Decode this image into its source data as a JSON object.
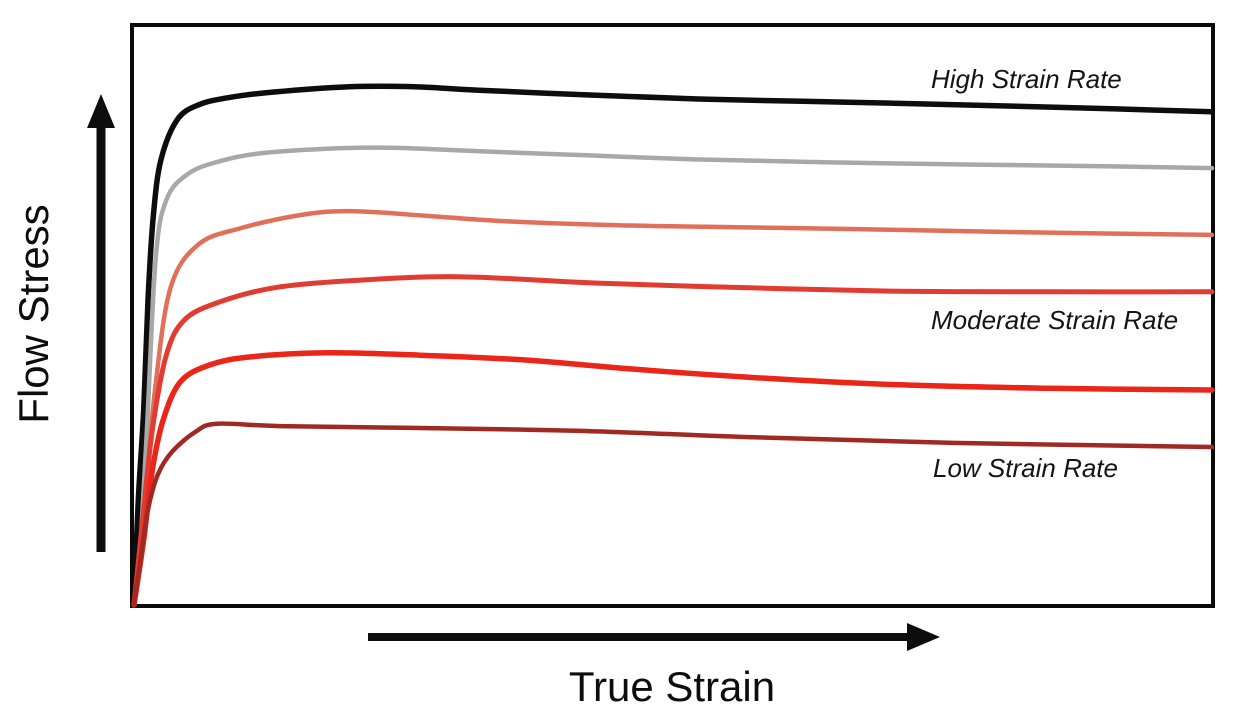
{
  "figure": {
    "y_axis_label": "Flow Stress",
    "x_axis_label": "True Strain",
    "labels": {
      "high": "High Strain Rate",
      "moderate": "Moderate Strain Rate",
      "low": "Low Strain Rate"
    },
    "colors": {
      "frame": "#0a0a0a",
      "arrows": "#0d0d0d",
      "text": "#141414",
      "background": "#ffffff"
    }
  },
  "chart_data": {
    "type": "line",
    "title": "",
    "xlabel": "True Strain",
    "ylabel": "Flow Stress",
    "x_range": [
      0,
      1
    ],
    "y_range": [
      0,
      100
    ],
    "grid": false,
    "legend_position": "none",
    "axes_style": "schematic box without ticks or numeric labels; thick arrows show increasing Flow Stress (up) and True Strain (right)",
    "annotations": [
      {
        "text": "High Strain Rate",
        "position": "upper right, above topmost (black) curve"
      },
      {
        "text": "Moderate Strain Rate",
        "position": "middle right, between middle red curves"
      },
      {
        "text": "Low Strain Rate",
        "position": "lower right, below bottom (dark red) curve"
      }
    ],
    "series": [
      {
        "name": "high-strain-rate",
        "color": "#0d0d0d",
        "stroke_width": 5.5,
        "points": [
          [
            0,
            0
          ],
          [
            0.004,
            18.1
          ],
          [
            0.009,
            33.6
          ],
          [
            0.013,
            52.5
          ],
          [
            0.018,
            67.1
          ],
          [
            0.025,
            76.6
          ],
          [
            0.04,
            83.5
          ],
          [
            0.06,
            86.1
          ],
          [
            0.09,
            87.4
          ],
          [
            0.13,
            88.3
          ],
          [
            0.2,
            89.2
          ],
          [
            0.26,
            89.2
          ],
          [
            0.32,
            88.6
          ],
          [
            0.42,
            87.8
          ],
          [
            0.52,
            87.1
          ],
          [
            0.62,
            86.7
          ],
          [
            0.72,
            86.3
          ],
          [
            0.85,
            85.7
          ],
          [
            1,
            84.9
          ]
        ]
      },
      {
        "name": "rate-2-gray",
        "color": "#a8a8a8",
        "stroke_width": 4.5,
        "points": [
          [
            0,
            0
          ],
          [
            0.005,
            7.7
          ],
          [
            0.012,
            30.1
          ],
          [
            0.02,
            59.4
          ],
          [
            0.03,
            69.7
          ],
          [
            0.05,
            74.2
          ],
          [
            0.08,
            76.4
          ],
          [
            0.12,
            77.8
          ],
          [
            0.19,
            78.6
          ],
          [
            0.24,
            78.7
          ],
          [
            0.32,
            78.1
          ],
          [
            0.42,
            77.4
          ],
          [
            0.52,
            76.7
          ],
          [
            0.64,
            76.2
          ],
          [
            0.78,
            75.8
          ],
          [
            0.9,
            75.5
          ],
          [
            1,
            75.2
          ]
        ]
      },
      {
        "name": "rate-3-salmon",
        "color": "#e0705a",
        "stroke_width": 4.5,
        "points": [
          [
            0,
            0
          ],
          [
            0.006,
            7.7
          ],
          [
            0.012,
            21.5
          ],
          [
            0.02,
            37.9
          ],
          [
            0.034,
            54.7
          ],
          [
            0.06,
            62.1
          ],
          [
            0.1,
            64.9
          ],
          [
            0.154,
            67.1
          ],
          [
            0.2,
            67.8
          ],
          [
            0.27,
            67
          ],
          [
            0.34,
            66.1
          ],
          [
            0.44,
            65.4
          ],
          [
            0.53,
            65.1
          ],
          [
            0.67,
            64.7
          ],
          [
            0.81,
            64.2
          ],
          [
            1,
            63.7
          ]
        ]
      },
      {
        "name": "moderate-strain-rate",
        "color": "#e23b31",
        "stroke_width": 5,
        "points": [
          [
            0,
            0
          ],
          [
            0.008,
            14.6
          ],
          [
            0.017,
            30.1
          ],
          [
            0.03,
            43
          ],
          [
            0.047,
            49.1
          ],
          [
            0.08,
            52.2
          ],
          [
            0.13,
            54.6
          ],
          [
            0.2,
            55.8
          ],
          [
            0.3,
            56.5
          ],
          [
            0.43,
            55.4
          ],
          [
            0.57,
            54.6
          ],
          [
            0.71,
            54
          ],
          [
            0.85,
            53.9
          ],
          [
            1,
            53.9
          ]
        ]
      },
      {
        "name": "rate-5-bright-red",
        "color": "#eb2619",
        "stroke_width": 5.5,
        "points": [
          [
            0,
            0
          ],
          [
            0.009,
            11.2
          ],
          [
            0.017,
            23.2
          ],
          [
            0.027,
            31.8
          ],
          [
            0.043,
            38.4
          ],
          [
            0.07,
            41.3
          ],
          [
            0.108,
            42.7
          ],
          [
            0.18,
            43.4
          ],
          [
            0.265,
            43
          ],
          [
            0.36,
            42.2
          ],
          [
            0.45,
            40.8
          ],
          [
            0.57,
            39.2
          ],
          [
            0.71,
            37.9
          ],
          [
            0.85,
            37.3
          ],
          [
            1,
            37
          ]
        ]
      },
      {
        "name": "low-strain-rate",
        "color": "#a02a23",
        "stroke_width": 4.5,
        "points": [
          [
            0,
            0
          ],
          [
            0.006,
            7.7
          ],
          [
            0.013,
            16.4
          ],
          [
            0.022,
            22.4
          ],
          [
            0.035,
            26.3
          ],
          [
            0.057,
            29.8
          ],
          [
            0.077,
            31.2
          ],
          [
            0.135,
            30.8
          ],
          [
            0.25,
            30.5
          ],
          [
            0.41,
            30
          ],
          [
            0.57,
            28.9
          ],
          [
            0.76,
            27.9
          ],
          [
            1,
            27.2
          ]
        ]
      }
    ]
  }
}
